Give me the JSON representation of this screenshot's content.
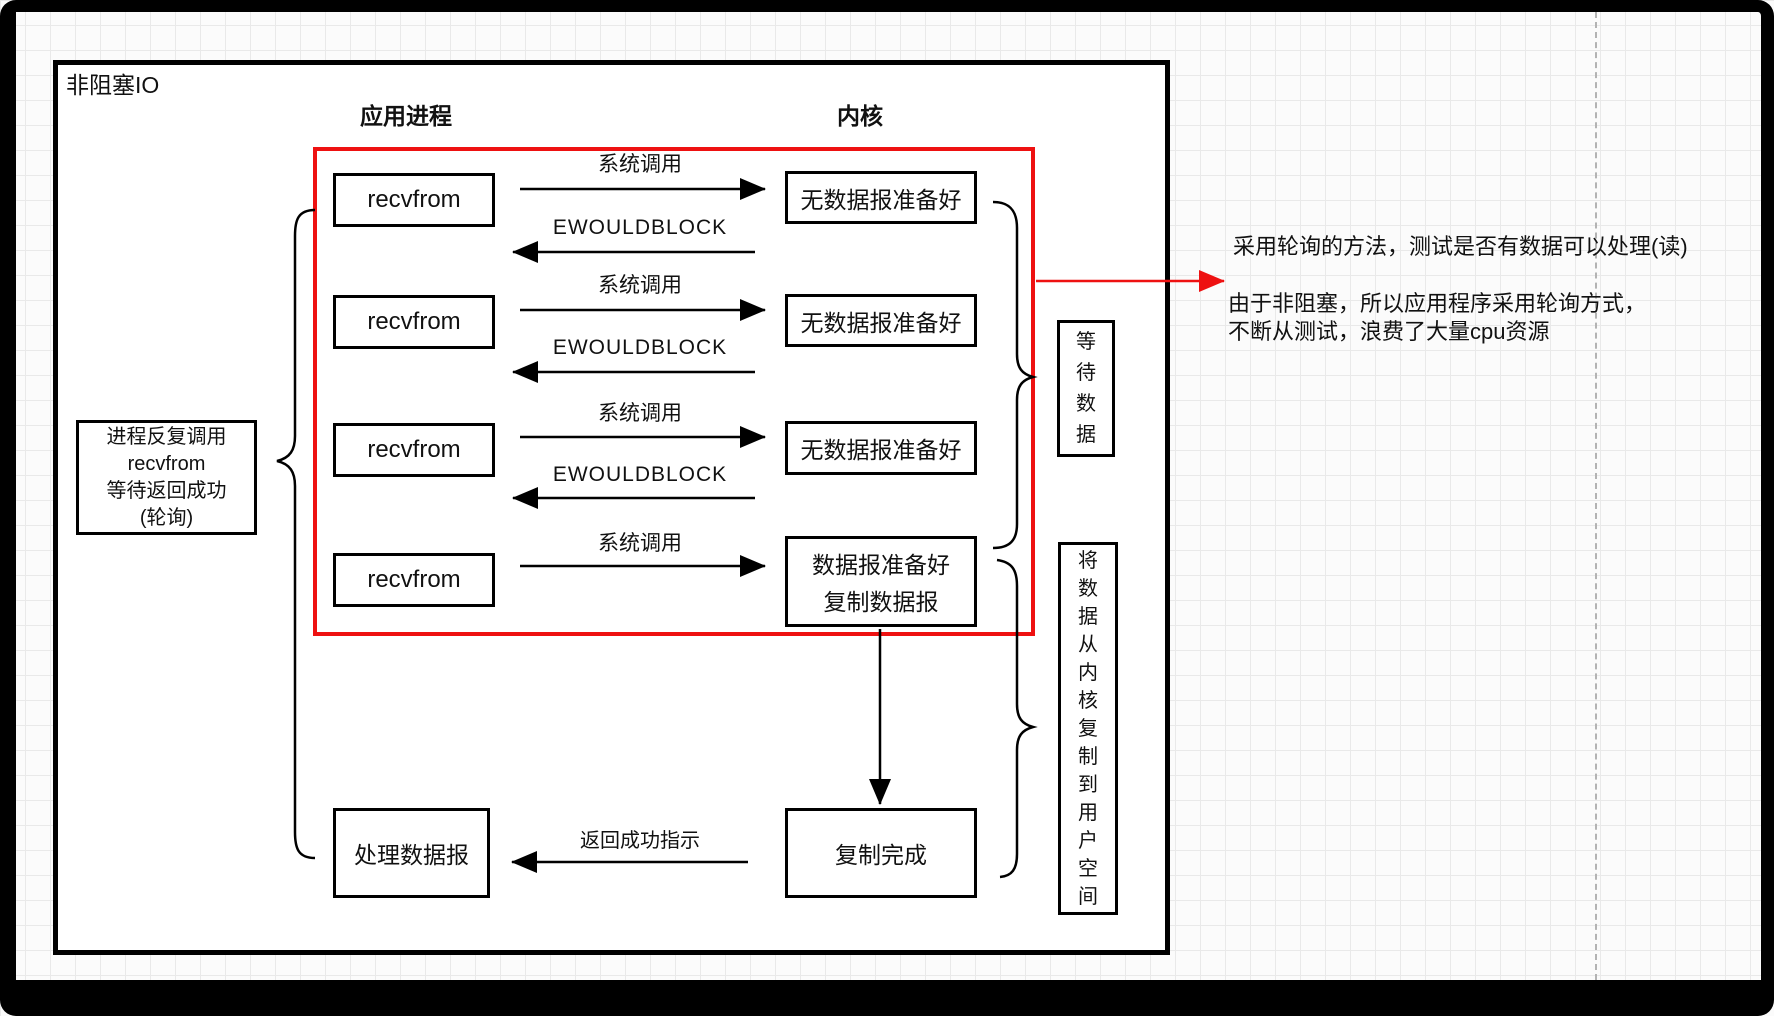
{
  "diagram": {
    "title": "非阻塞IO",
    "headers": {
      "app_process": "应用进程",
      "kernel": "内核"
    },
    "labels": {
      "recvfrom": "recvfrom",
      "syscall": "系统调用",
      "ewouldblock": "EWOULDBLOCK",
      "no_datagram_ready": "无数据报准备好",
      "datagram_ready": "数据报准备好",
      "copy_datagram": "复制数据报",
      "copy_complete": "复制完成",
      "process_datagram": "处理数据报",
      "return_success": "返回成功指示",
      "wait_data": "等待数据",
      "copy_kernel_to_user": "将数据从内核复制到用户空间"
    },
    "polling_box": {
      "lines": [
        "进程反复调用",
        "recvfrom",
        "等待返回成功",
        "(轮询)"
      ]
    },
    "annotations": {
      "line1": "采用轮询的方法，测试是否有数据可以处理(读)",
      "line2": "由于非阻塞，所以应用程序采用轮询方式，",
      "line3": "不断从测试，浪费了大量cpu资源"
    },
    "colors": {
      "highlight_red": "#ee1111",
      "stroke": "#000000",
      "grid": "#e9e9e9"
    }
  }
}
